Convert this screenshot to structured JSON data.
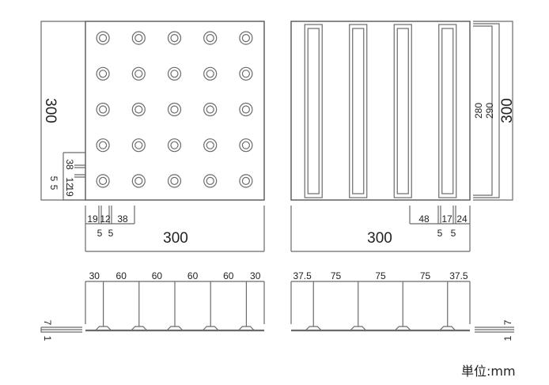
{
  "dot_tile": {
    "title_width": "300",
    "title_height": "300",
    "dot_grid": {
      "rows": 5,
      "cols": 5
    },
    "bottom_dims": [
      "19",
      "12",
      "38"
    ],
    "bottom_subdims": [
      "5",
      "5"
    ],
    "left_dims": [
      "38",
      "12",
      "19"
    ],
    "left_subdims": [
      "5",
      "5"
    ],
    "side_dims": [
      "30",
      "60",
      "60",
      "60",
      "60",
      "30"
    ],
    "thickness": [
      "7",
      "1"
    ]
  },
  "line_tile": {
    "title_width": "300",
    "title_height": "300",
    "bar_count": 4,
    "right_dims": [
      "280",
      "290"
    ],
    "bottom_dims": [
      "48",
      "17",
      "24"
    ],
    "bottom_subdims": [
      "5",
      "5"
    ],
    "side_dims": [
      "37.5",
      "75",
      "75",
      "75",
      "37.5"
    ],
    "thickness": [
      "7",
      "1"
    ]
  },
  "unit_label": "単位:mm",
  "colors": {
    "line": "#6b6b6b",
    "text": "#222222"
  }
}
